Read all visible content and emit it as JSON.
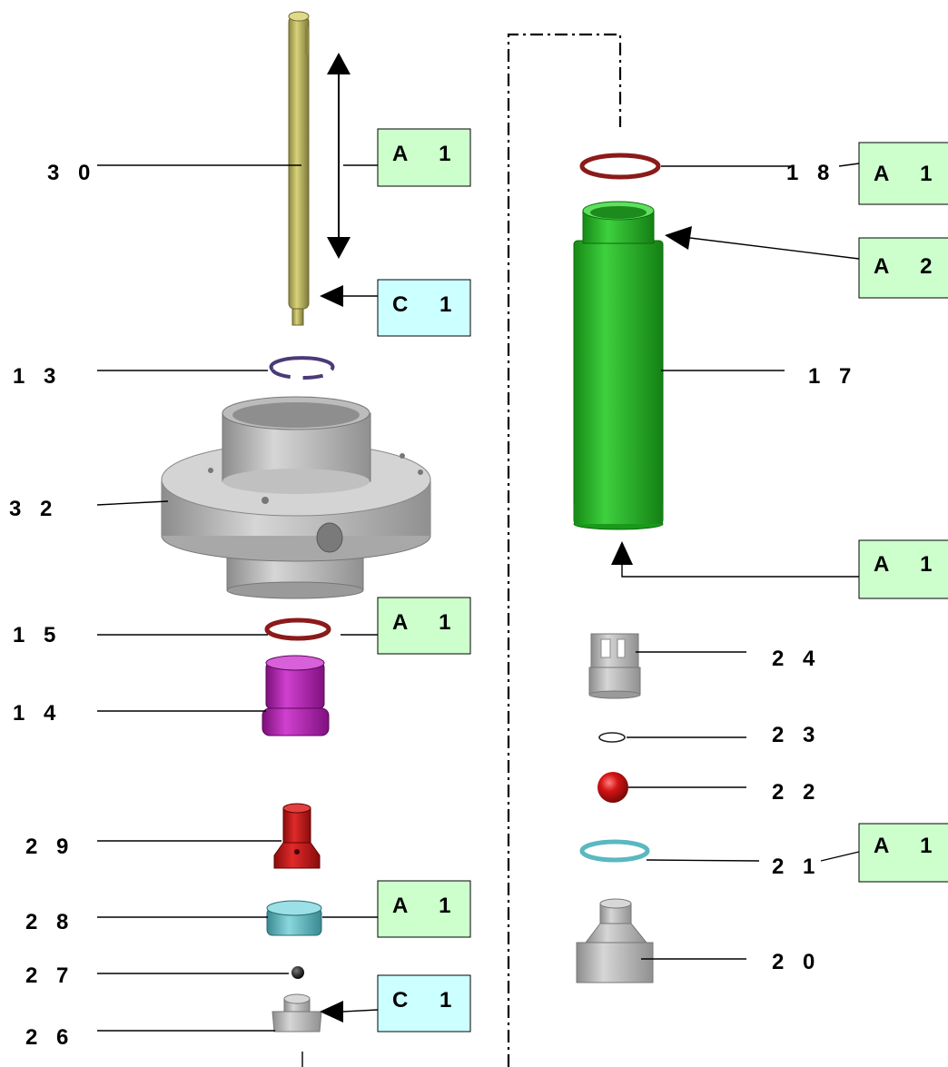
{
  "diagram": {
    "part_labels": {
      "p30": "3 0",
      "p13": "1 3",
      "p32": "3 2",
      "p15": "1 5",
      "p14": "1 4",
      "p29": "2 9",
      "p28": "2 8",
      "p27": "2 7",
      "p26": "2 6",
      "p18": "1 8",
      "p17": "1 7",
      "p24": "2 4",
      "p23": "2 3",
      "p22": "2 2",
      "p21": "2 1",
      "p20": "2 0"
    },
    "callouts": {
      "a1_pin": "A 1",
      "c1_pin": "C 1",
      "a1_oring15": "A 1",
      "a1_cup28": "A 1",
      "c1_seat26": "C 1",
      "a1_oring18": "A 1",
      "a2_tube": "A 2",
      "a1_tube_bottom": "A 1",
      "a1_ring21": "A 1"
    },
    "colors": {
      "callout_a_fill": "#ccffcc",
      "callout_c_fill": "#ccffff",
      "pin": "#b5b05a",
      "snap_ring": "#4a3a78",
      "housing": "#b8b8b8",
      "oring": "#8b1a1a",
      "nozzle": "#b020b0",
      "red_part": "#c81818",
      "teal_part": "#5ab8c0",
      "tube": "#28b028",
      "ball": "#cc1010"
    }
  }
}
